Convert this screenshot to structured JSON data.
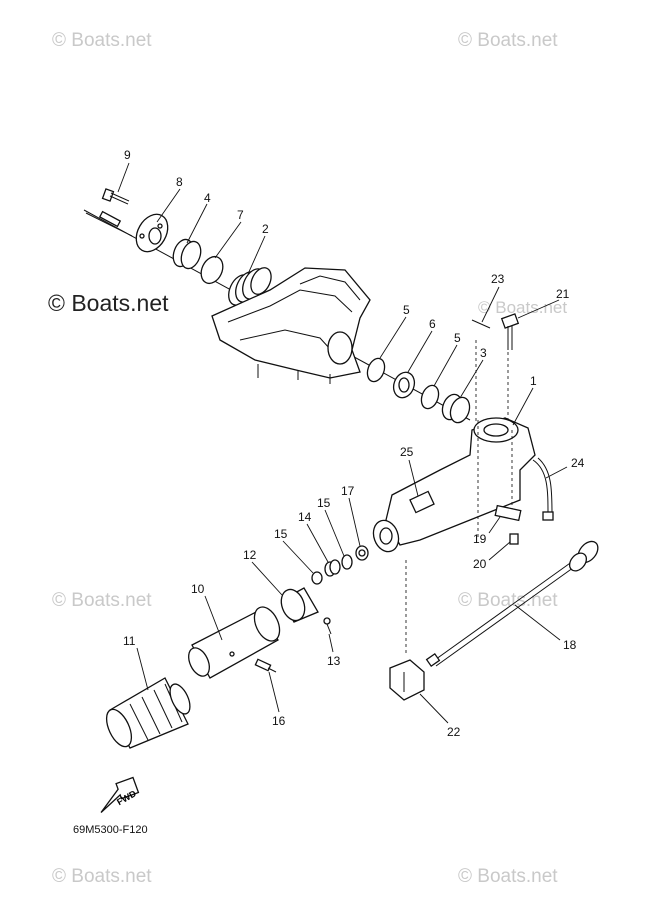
{
  "watermarks": [
    "© Boats.net",
    "© Boats.net",
    "© Boats.net",
    "© Boats.net",
    "© Boats.net",
    "© Boats.net",
    "© Boats.net"
  ],
  "center_watermark": "© Boats.net",
  "diagram_code": "69M5300-F120",
  "fwd_label": "FWD",
  "callouts": [
    {
      "id": "c9",
      "label": "9"
    },
    {
      "id": "c8",
      "label": "8"
    },
    {
      "id": "c4",
      "label": "4"
    },
    {
      "id": "c7",
      "label": "7"
    },
    {
      "id": "c2",
      "label": "2"
    },
    {
      "id": "c23",
      "label": "23"
    },
    {
      "id": "c21",
      "label": "21"
    },
    {
      "id": "c5a",
      "label": "5"
    },
    {
      "id": "c6",
      "label": "6"
    },
    {
      "id": "c5b",
      "label": "5"
    },
    {
      "id": "c3",
      "label": "3"
    },
    {
      "id": "c1",
      "label": "1"
    },
    {
      "id": "c24",
      "label": "24"
    },
    {
      "id": "c25",
      "label": "25"
    },
    {
      "id": "c17",
      "label": "17"
    },
    {
      "id": "c15a",
      "label": "15"
    },
    {
      "id": "c14",
      "label": "14"
    },
    {
      "id": "c15b",
      "label": "15"
    },
    {
      "id": "c12",
      "label": "12"
    },
    {
      "id": "c19",
      "label": "19"
    },
    {
      "id": "c20",
      "label": "20"
    },
    {
      "id": "c10",
      "label": "10"
    },
    {
      "id": "c18",
      "label": "18"
    },
    {
      "id": "c11",
      "label": "11"
    },
    {
      "id": "c13",
      "label": "13"
    },
    {
      "id": "c16",
      "label": "16"
    },
    {
      "id": "c22",
      "label": "22"
    }
  ]
}
